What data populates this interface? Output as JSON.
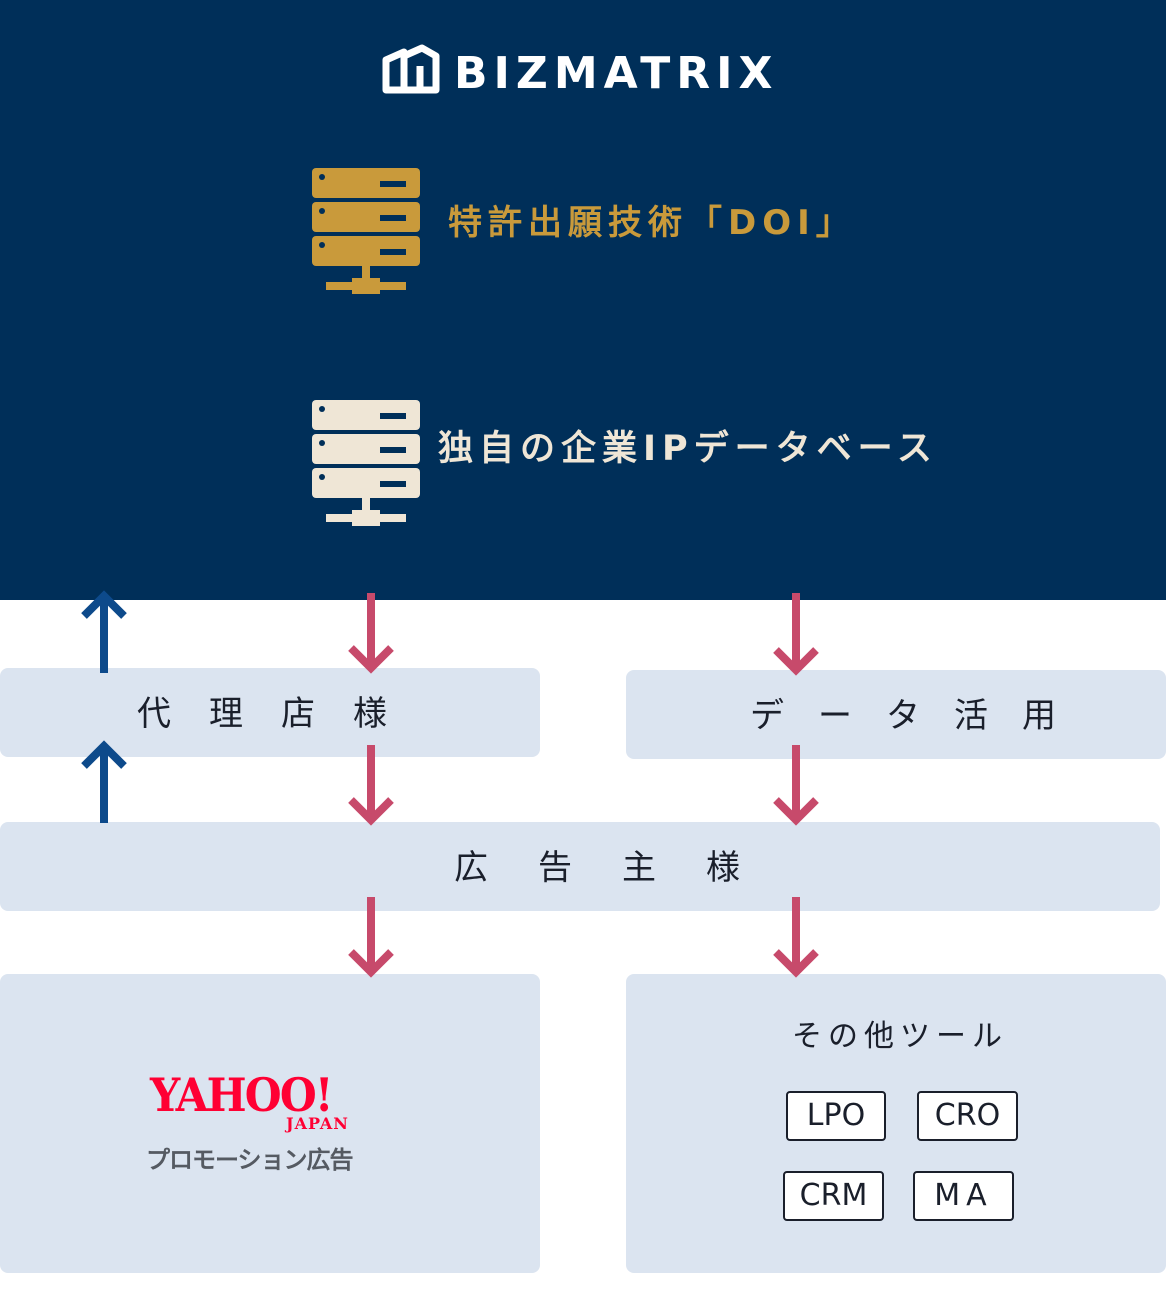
{
  "brand": {
    "name": "BIZMATRIX"
  },
  "servers": [
    {
      "label": "特許出願技術「DOI」",
      "color": "#c99a3b"
    },
    {
      "label": "独自の企業IPデータベース",
      "color": "#efe6d6"
    }
  ],
  "boxes": {
    "agency": "代理店様",
    "data_use": "データ活用",
    "advertiser": "広告主様"
  },
  "yahoo": {
    "logo": "YAHOO!",
    "sub": "JAPAN",
    "caption": "プロモーション広告"
  },
  "tools": {
    "title": "その他ツール",
    "items": [
      "LPO",
      "CRO",
      "CRM",
      "MA"
    ]
  },
  "colors": {
    "background_dark": "#002f59",
    "box": "#dbe4f0",
    "arrow_down": "#c74a6b",
    "arrow_up": "#0d4a8b"
  }
}
